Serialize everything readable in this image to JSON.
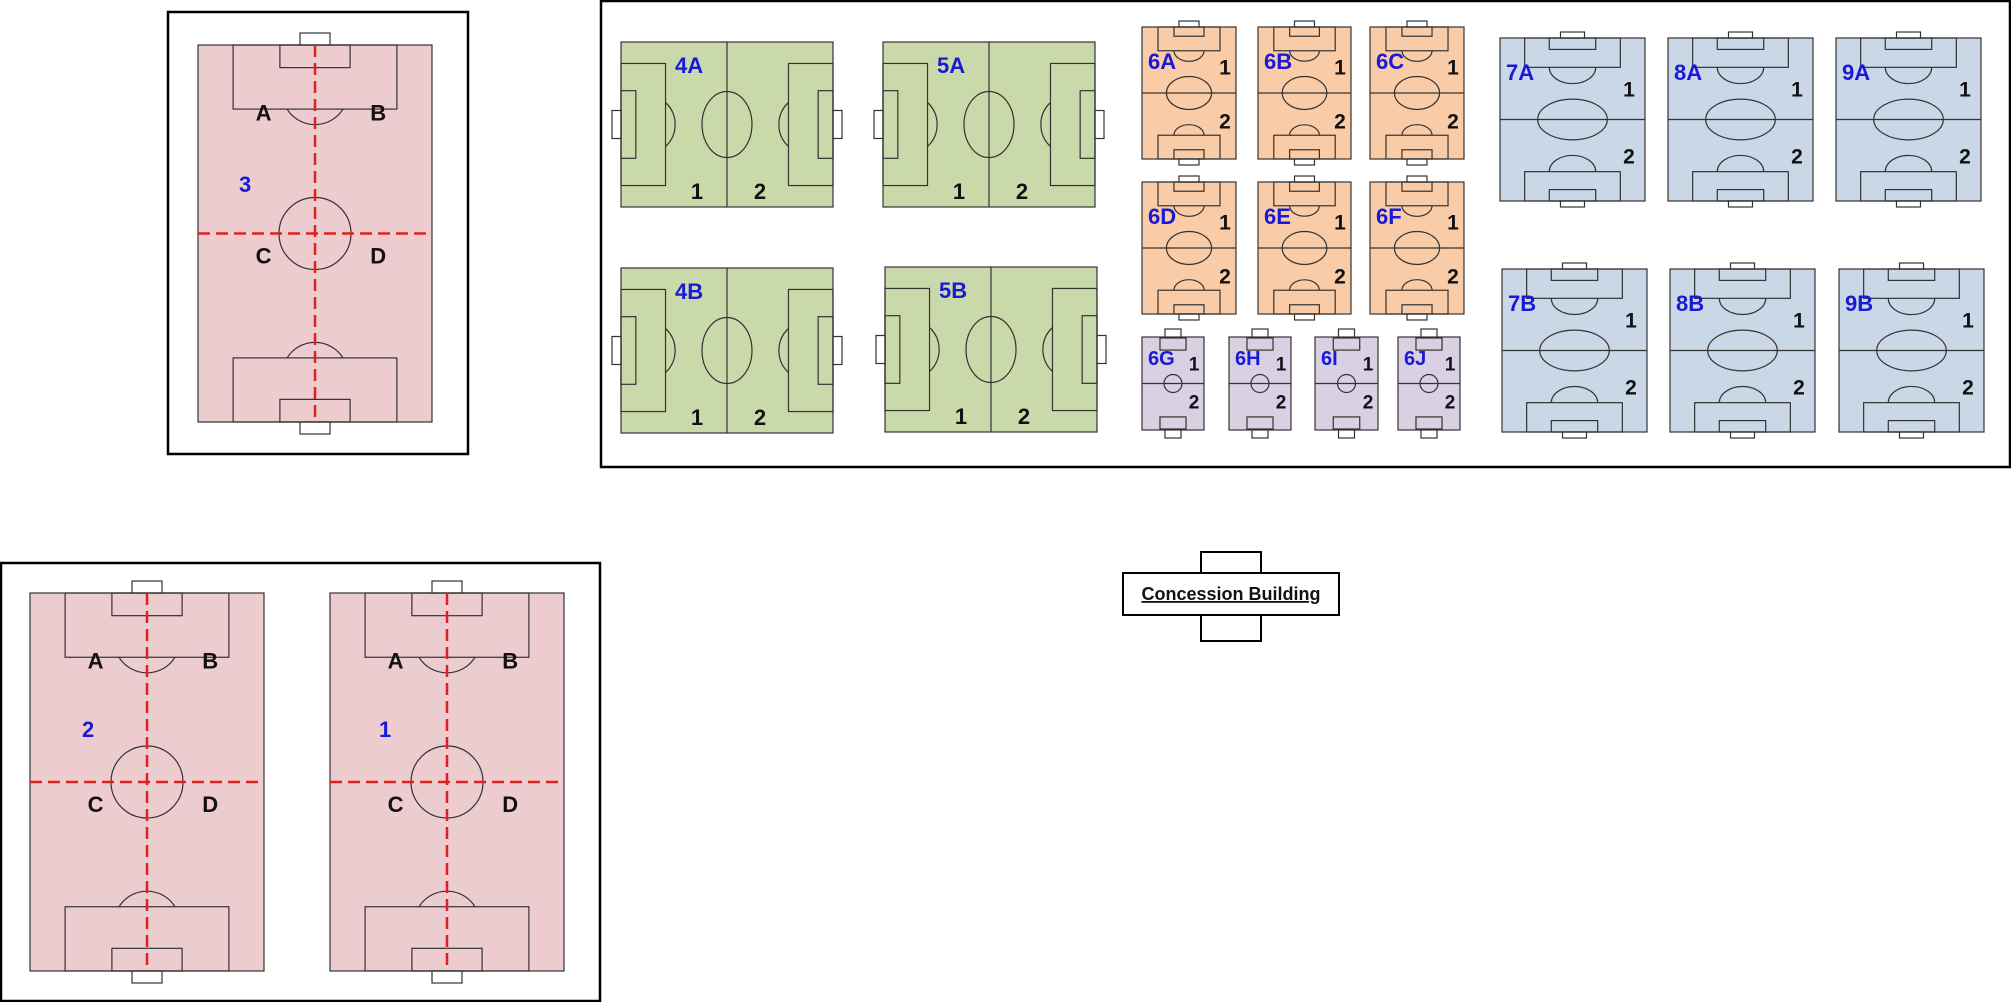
{
  "colors": {
    "field_large": "#ecccce",
    "field_green": "#cad9a9",
    "field_orange": "#f9cba6",
    "field_blue": "#c9d7e6",
    "field_purple": "#d9d0e3",
    "name_text": "#1a1ad6",
    "divider": "#e02020"
  },
  "large_fields": [
    {
      "id": "f3",
      "name": "3",
      "quadrants": [
        "A",
        "B",
        "C",
        "D"
      ]
    },
    {
      "id": "f2",
      "name": "2",
      "quadrants": [
        "A",
        "B",
        "C",
        "D"
      ]
    },
    {
      "id": "f1",
      "name": "1",
      "quadrants": [
        "A",
        "B",
        "C",
        "D"
      ]
    }
  ],
  "horizontal_fields": [
    {
      "id": "4A",
      "name": "4A",
      "halves": [
        "1",
        "2"
      ]
    },
    {
      "id": "5A",
      "name": "5A",
      "halves": [
        "1",
        "2"
      ]
    },
    {
      "id": "4B",
      "name": "4B",
      "halves": [
        "1",
        "2"
      ]
    },
    {
      "id": "5B",
      "name": "5B",
      "halves": [
        "1",
        "2"
      ]
    }
  ],
  "vertical_fields": [
    {
      "id": "6A",
      "name": "6A",
      "halves": [
        "1",
        "2"
      ]
    },
    {
      "id": "6B",
      "name": "6B",
      "halves": [
        "1",
        "2"
      ]
    },
    {
      "id": "6C",
      "name": "6C",
      "halves": [
        "1",
        "2"
      ]
    },
    {
      "id": "6D",
      "name": "6D",
      "halves": [
        "1",
        "2"
      ]
    },
    {
      "id": "6E",
      "name": "6E",
      "halves": [
        "1",
        "2"
      ]
    },
    {
      "id": "6F",
      "name": "6F",
      "halves": [
        "1",
        "2"
      ]
    },
    {
      "id": "6G",
      "name": "6G",
      "halves": [
        "1",
        "2"
      ]
    },
    {
      "id": "6H",
      "name": "6H",
      "halves": [
        "1",
        "2"
      ]
    },
    {
      "id": "6I",
      "name": "6I",
      "halves": [
        "1",
        "2"
      ]
    },
    {
      "id": "6J",
      "name": "6J",
      "halves": [
        "1",
        "2"
      ]
    },
    {
      "id": "7A",
      "name": "7A",
      "halves": [
        "1",
        "2"
      ]
    },
    {
      "id": "8A",
      "name": "8A",
      "halves": [
        "1",
        "2"
      ]
    },
    {
      "id": "9A",
      "name": "9A",
      "halves": [
        "1",
        "2"
      ]
    },
    {
      "id": "7B",
      "name": "7B",
      "halves": [
        "1",
        "2"
      ]
    },
    {
      "id": "8B",
      "name": "8B",
      "halves": [
        "1",
        "2"
      ]
    },
    {
      "id": "9B",
      "name": "9B",
      "halves": [
        "1",
        "2"
      ]
    }
  ],
  "concession": {
    "label": "Concession Building"
  }
}
